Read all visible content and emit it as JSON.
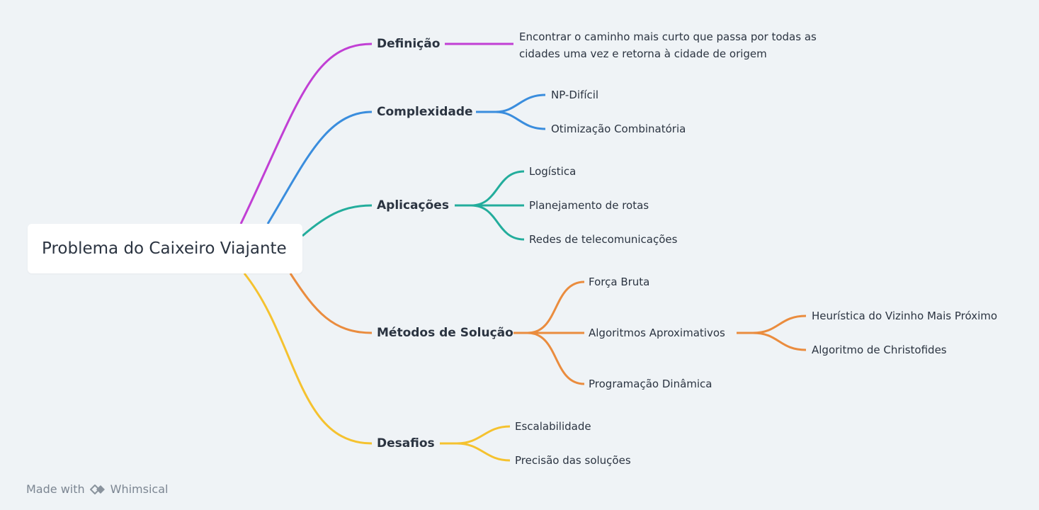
{
  "root": {
    "label": "Problema do Caixeiro Viajante"
  },
  "branches": {
    "definicao": {
      "label": "Definição",
      "color": "#c13fd4",
      "text_line1": "Encontrar o caminho mais curto que passa por todas as",
      "text_line2": "cidades uma vez e retorna à cidade de origem"
    },
    "complexidade": {
      "label": "Complexidade",
      "color": "#3a8ddd",
      "children": [
        "NP-Difícil",
        "Otimização Combinatória"
      ]
    },
    "aplicacoes": {
      "label": "Aplicações",
      "color": "#23ad9c",
      "children": [
        "Logística",
        "Planejamento de rotas",
        "Redes de telecomunicações"
      ]
    },
    "metodos": {
      "label": "Métodos de Solução",
      "color": "#ea8c3e",
      "children": [
        "Força Bruta",
        "Algoritmos Aproximativos",
        "Programação Dinâmica"
      ],
      "sub_children": [
        "Heurística do Vizinho Mais Próximo",
        "Algoritmo de Christofides"
      ]
    },
    "desafios": {
      "label": "Desafios",
      "color": "#f5c22f",
      "children": [
        "Escalabilidade",
        "Precisão das soluções"
      ]
    }
  },
  "footer": {
    "made_with": "Made with",
    "brand": "Whimsical"
  }
}
